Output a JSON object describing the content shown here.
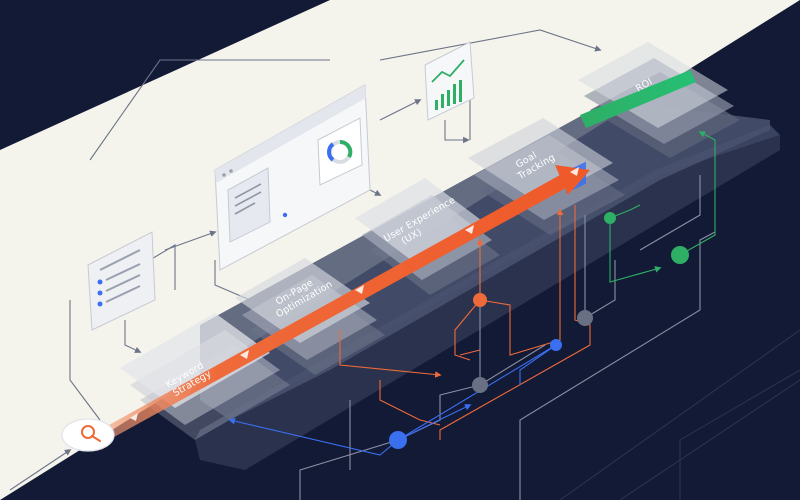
{
  "diagram": {
    "stages": [
      {
        "id": "keyword",
        "label_lines": [
          "Keyword",
          "Strategy"
        ]
      },
      {
        "id": "onpage",
        "label_lines": [
          "On-Page",
          "Optimization"
        ]
      },
      {
        "id": "ux",
        "label_lines": [
          "User Experience",
          "(UX)"
        ]
      },
      {
        "id": "goal",
        "label_lines": [
          "Goal",
          "Tracking"
        ]
      },
      {
        "id": "roi",
        "label_lines": [
          "ROI"
        ]
      }
    ],
    "icons": {
      "start": "magnifier-icon",
      "chart_panel": "bar-chart-icon",
      "donut_panel": "donut-chart-icon",
      "list_panel": "list-icon"
    },
    "colors": {
      "background_dark": "#121a36",
      "background_light": "#f4f3ec",
      "flow_arrow": "#ef6a3a",
      "accent_green": "#2fae66",
      "accent_blue": "#3a6ff0",
      "line_gray": "#7b8294"
    }
  }
}
